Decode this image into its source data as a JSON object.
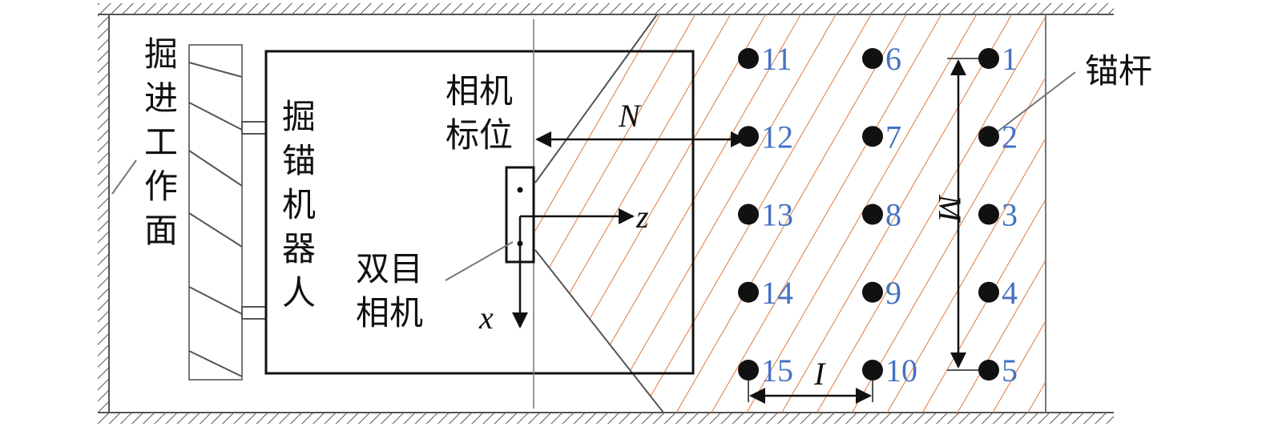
{
  "labels": {
    "work_face": [
      "掘",
      "进",
      "工",
      "作",
      "面"
    ],
    "robot": [
      "掘",
      "锚",
      "机",
      "器",
      "人"
    ],
    "camera_target": [
      "相机",
      "标位"
    ],
    "stereo_camera": [
      "双目",
      "相机"
    ],
    "anchor_bolt": "锚杆",
    "axis_z": "z",
    "axis_x": "x",
    "dim_N": "N",
    "dim_M": "M",
    "dim_I": "I"
  },
  "bolts": [
    {
      "num": "1",
      "col": 1,
      "row": 1
    },
    {
      "num": "2",
      "col": 1,
      "row": 2
    },
    {
      "num": "3",
      "col": 1,
      "row": 3
    },
    {
      "num": "4",
      "col": 1,
      "row": 4
    },
    {
      "num": "5",
      "col": 1,
      "row": 5
    },
    {
      "num": "6",
      "col": 2,
      "row": 1
    },
    {
      "num": "7",
      "col": 2,
      "row": 2
    },
    {
      "num": "8",
      "col": 2,
      "row": 3
    },
    {
      "num": "9",
      "col": 2,
      "row": 4
    },
    {
      "num": "10",
      "col": 2,
      "row": 5
    },
    {
      "num": "11",
      "col": 3,
      "row": 1
    },
    {
      "num": "12",
      "col": 3,
      "row": 2
    },
    {
      "num": "13",
      "col": 3,
      "row": 3
    },
    {
      "num": "14",
      "col": 3,
      "row": 4
    },
    {
      "num": "15",
      "col": 3,
      "row": 5
    }
  ],
  "colors": {
    "line": "#111111",
    "hatch": "#e07a3a",
    "label_blue": "#4472c4"
  }
}
